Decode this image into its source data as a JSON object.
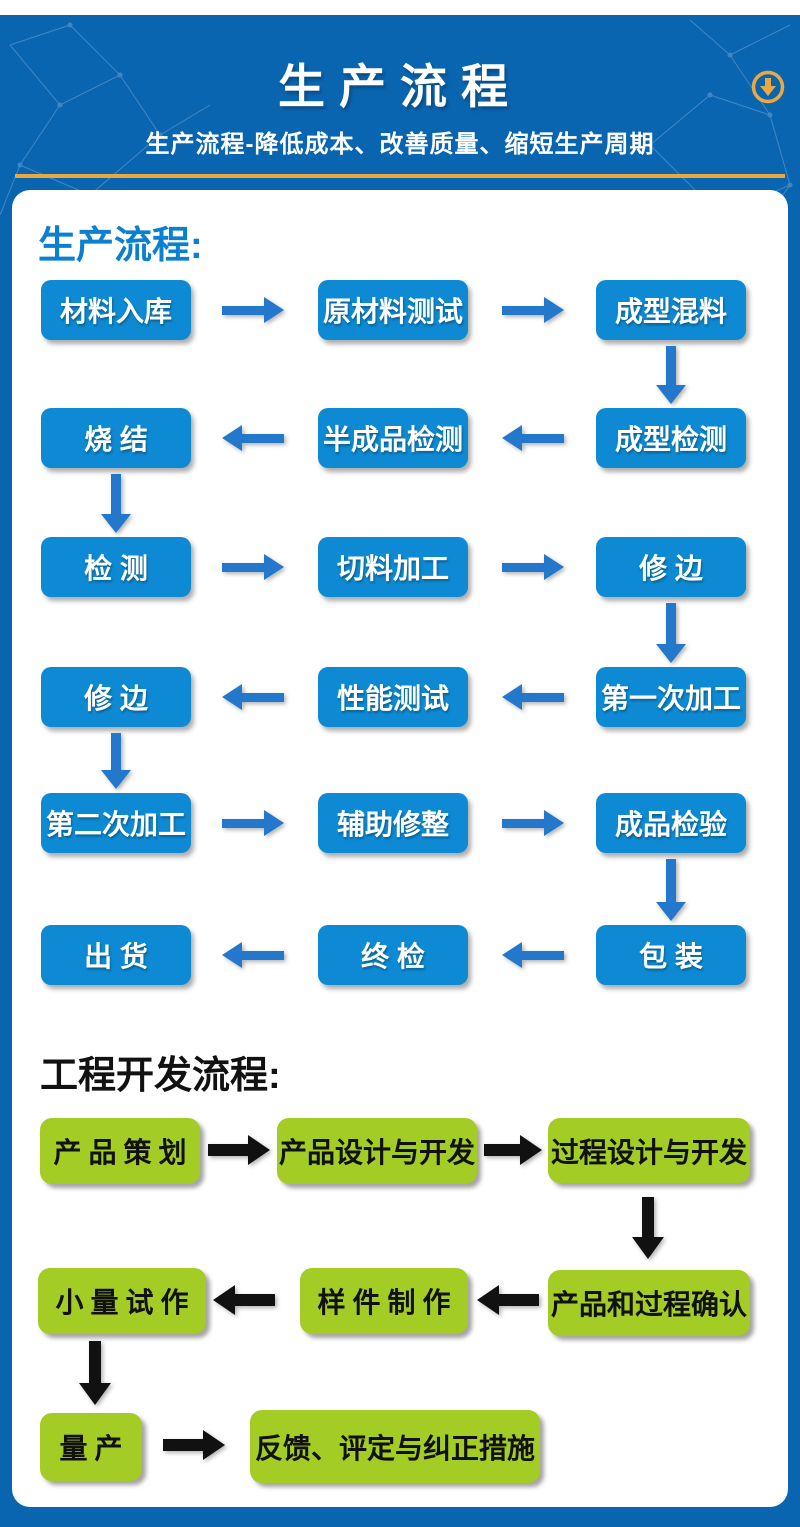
{
  "page": {
    "background_color": "#0A65B1",
    "card_color": "#FFFFFF",
    "accent_gold": "#ECA83F"
  },
  "header": {
    "title": "生产流程",
    "subtitle": "生产流程-降低成本、改善质量、缩短生产周期",
    "download_icon": "download-circle-icon"
  },
  "production": {
    "heading": "生产流程:",
    "heading_color": "#0B7FD0",
    "box_color": "#0D8AD3",
    "arrow_color": "#2478CC",
    "steps": [
      "材料入库",
      "原材料测试",
      "成型混料",
      "成型检测",
      "半成品检测",
      "烧 结",
      "检 测",
      "切料加工",
      "修 边",
      "第一次加工",
      "性能测试",
      "修 边",
      "第二次加工",
      "辅助修整",
      "成品检验",
      "包 装",
      "终 检",
      "出 货"
    ]
  },
  "engineering": {
    "heading": "工程开发流程:",
    "heading_color": "#111111",
    "box_color": "#A3CC25",
    "arrow_color": "#111111",
    "steps": [
      "产品策划",
      "产品设计与开发",
      "过程设计与开发",
      "产品和过程确认",
      "样件制作",
      "小量试作",
      "量产",
      "反馈、评定与纠正措施"
    ]
  }
}
